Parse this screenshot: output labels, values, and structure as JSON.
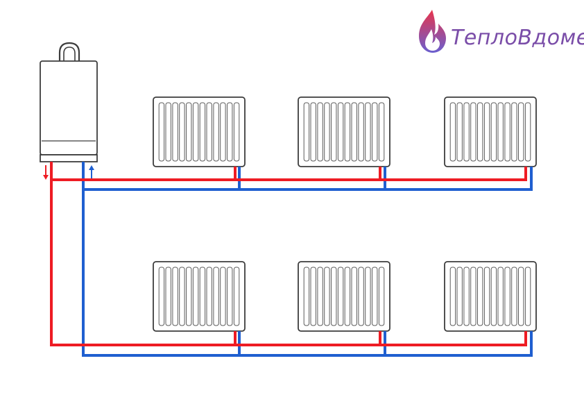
{
  "brand": {
    "name": "ТеплоВдоме"
  },
  "colors": {
    "supply_pipe": "#ee1c24",
    "return_pipe": "#1f5fd0",
    "outline": "#3c3c3c",
    "brand_text": "#7a4da8",
    "flame_red": "#e8344c",
    "flame_blue": "#6a5fcf"
  },
  "diagram": {
    "type": "two-pipe heating system",
    "boiler": {
      "outputs": [
        "supply",
        "return"
      ]
    },
    "floors": [
      {
        "radiators": 3
      },
      {
        "radiators": 3
      }
    ]
  }
}
